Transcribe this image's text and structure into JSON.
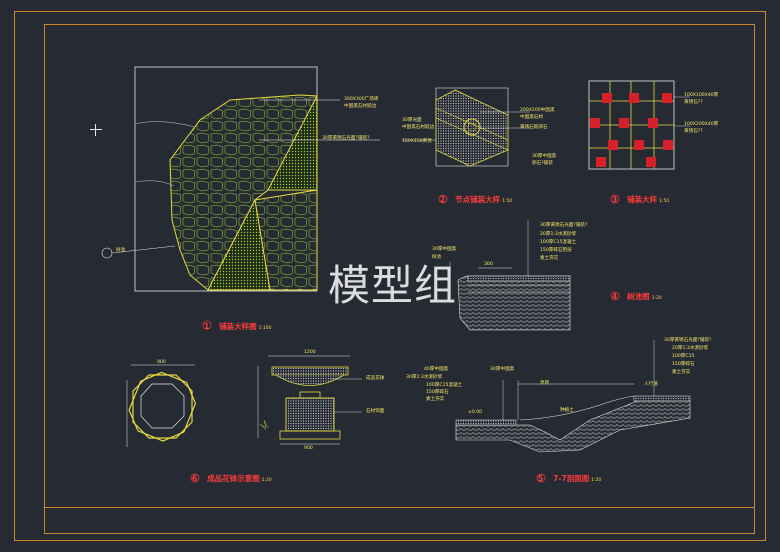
{
  "watermark": "模型组",
  "details": [
    {
      "no": "1",
      "title": "铺装大样图",
      "scale": "1:100"
    },
    {
      "no": "2",
      "title": "节点铺装大样",
      "scale": "1:50"
    },
    {
      "no": "3",
      "title": "铺装大样",
      "scale": "1:50"
    },
    {
      "no": "4",
      "title": "树池图",
      "scale": "1:20"
    },
    {
      "no": "5",
      "title": "7-7剖面图",
      "scale": "1:20"
    },
    {
      "no": "6",
      "title": "成品花钵示意图",
      "scale": "1:20"
    }
  ],
  "notes": {
    "d1_a": "300X300广场砖",
    "d1_b": "中国黑石材嵌边",
    "d1_c": "30厚黄锈石光面?铺装?",
    "d1_ref": "树池",
    "d2_a": "200X200中国黑",
    "d2_b": "中国黑石材",
    "d2_c": "黄锈石嵌卵石",
    "d2_d": "30厚光面",
    "d2_e": "中国黑石材嵌边",
    "d2_f": "150X150黄锈",
    "d2_g": "30厚中国黑",
    "d2_h": "卵石?铺装",
    "d3_a": "100X100X40厚",
    "d3_b": "黄锈石??",
    "d3_c": "100X200X40厚",
    "d3_d": "黄锈石??",
    "d4_a": "30厚黄锈石光面?铺装?",
    "d4_b": "20厚1:3水泥砂浆",
    "d4_c": "100厚C15混凝土",
    "d4_d": "150厚碎石垫层",
    "d4_e": "素土夯实",
    "d4_f": "30厚中国黑",
    "d4_g": "树池",
    "d4_h": "300",
    "d5_a": "40厚中国黑",
    "d5_b": "30厚1:3水泥砂浆",
    "d5_c": "100厚C15混凝土",
    "d5_d": "150厚碎石",
    "d5_e": "素土夯实",
    "d5_f": "30厚中国黑",
    "d5_g": "30厚黄锈石光面?铺装?",
    "d5_h": "20厚1:3水泥砂浆",
    "d5_i": "100厚C15",
    "d5_j": "150厚碎石",
    "d5_k": "素土夯实",
    "d5_l": "种植土",
    "d5_m": "草坪",
    "d5_n": "人行道",
    "d5_o": "±0.00",
    "d6_a": "成品花钵",
    "d6_b": "石材饰面",
    "d6_c": "1200",
    "d6_d": "900",
    "d6_e": "900"
  }
}
